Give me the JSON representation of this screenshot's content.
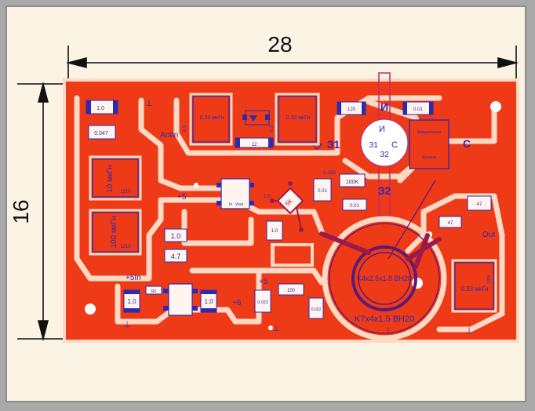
{
  "colors": {
    "background_gray": "#a9a9a9",
    "paper": "#fbf3e3",
    "board_copper": "#ee3a17",
    "substrate": "#ffd9c4",
    "silk": "#2b2bb0",
    "toroid": "#5a1a78",
    "dimension_line": "#111111"
  },
  "dimensions": {
    "width_label": "28",
    "height_label": "16"
  },
  "components": {
    "c_1_0_top": "1.0",
    "c_0_047": "0.047",
    "l_10uh": "10 мкГн",
    "l_10uh_case": "1210",
    "l_100uh": "100 мкГн",
    "l_100uh_case": "1210",
    "l_033_a": "0.33 мкГн",
    "l_033_a_side": "0.3",
    "l_033_b": "0.33 мкГн",
    "l_033_b_side": "0.3",
    "l_033_out": "0.33 мкГн",
    "l_033_out_case": "1210",
    "r_12": "12",
    "r_120": "120",
    "c_0_01_top": "0.01",
    "c_0_01_mid": "0.01",
    "c_0_01_low": "0.01",
    "c_0_15b": "0-15B",
    "c_1_5": "1.5",
    "r_100k": "100K",
    "c_1_0_mid": "1.0",
    "c_4_7": "4.7",
    "c_1_0_left": "1.0",
    "c_1_0_right": "1.0",
    "r_150": "150",
    "c_0_022_a": "0.022",
    "c_0_022_b": "0.022",
    "c_47_a": "47",
    "c_47_b": "47",
    "c_1_0_low": "1.0",
    "diode": "5К",
    "ic_pin_in": "In",
    "ic_pin_vout": "Vout",
    "ic_small": "R0"
  },
  "net_labels": {
    "ant_in": "AntIn",
    "plus5_a": "+5",
    "plus5_b": "+5",
    "plus5_in": "+5In",
    "plus6": "+6",
    "out": "Out",
    "ground_marks": [
      "⊥",
      "⊥",
      "⊥",
      "⊥",
      "⊥"
    ]
  },
  "transistor": {
    "gate1": "З1",
    "gate2": "З2",
    "drain": "И",
    "source": "С",
    "body_drain": "И",
    "body_source": "С",
    "body_g1": "З1",
    "body_g2": "З2"
  },
  "ferrite": {
    "title": "Ферритовая",
    "subtitle": "бусина"
  },
  "toroids": {
    "inner": "K4x2.5x1.8  ВН20",
    "outer": "K7x4x1.5  ВН20"
  }
}
